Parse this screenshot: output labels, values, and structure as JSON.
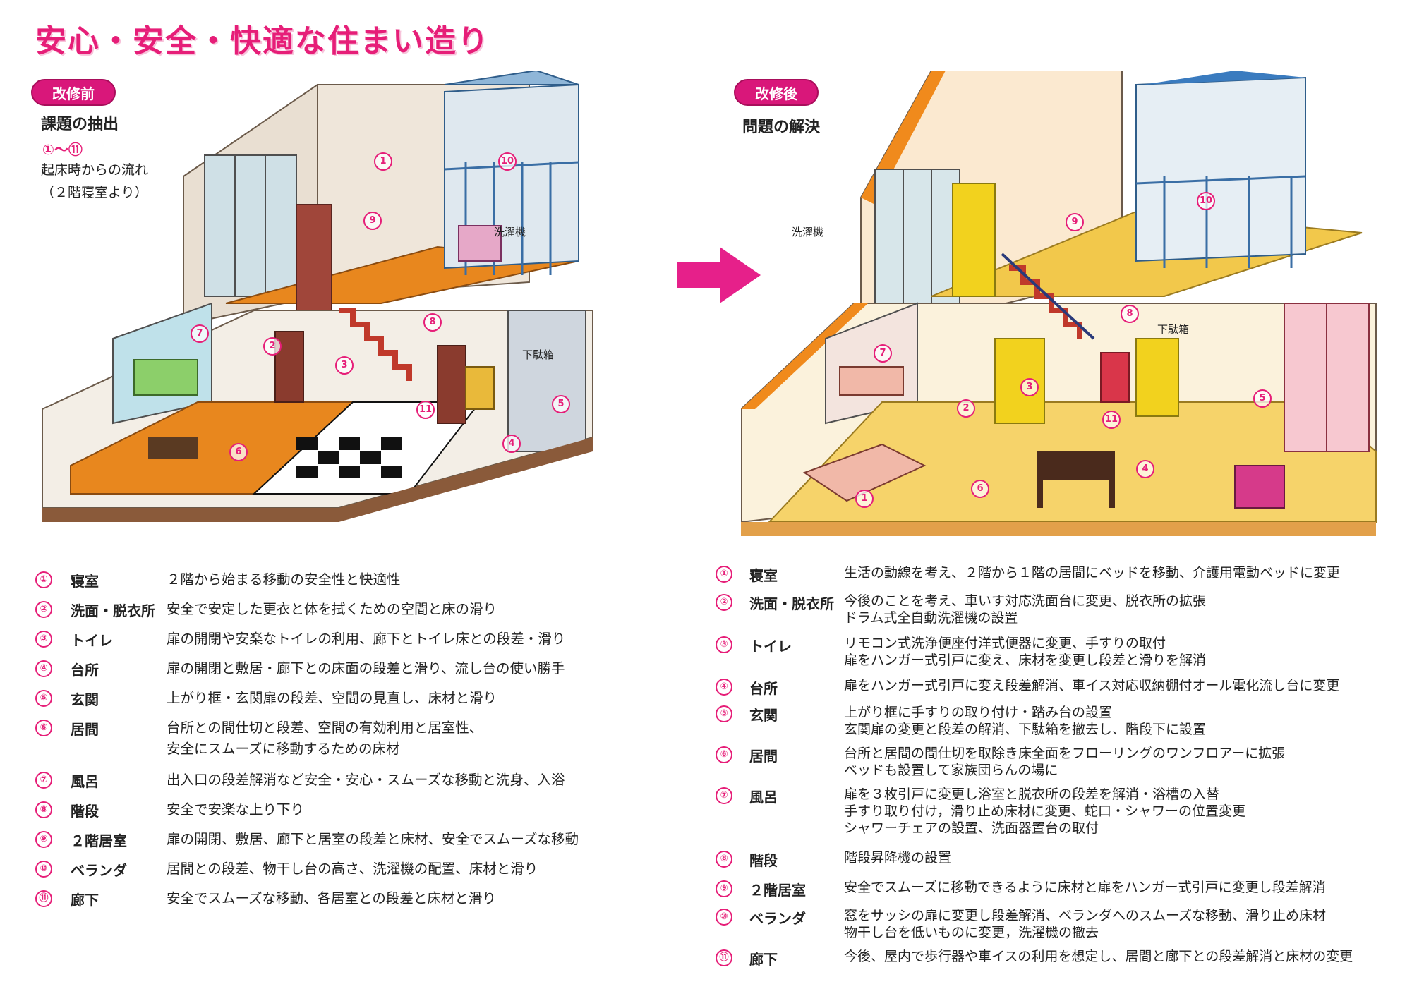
{
  "title": "安心・安全・快適な住まい造り",
  "before": {
    "badge": "改修前",
    "heading": "課題の抽出",
    "range": "①〜⑪",
    "note_line1": "起床時からの流れ",
    "note_line2": "（２階寝室より）",
    "callouts": {
      "washer": "洗濯機",
      "shoe_box": "下駄箱"
    },
    "items": [
      {
        "num": "①",
        "name": "寝室",
        "desc": [
          "２階から始まる移動の安全性と快適性"
        ]
      },
      {
        "num": "②",
        "name": "洗面・脱衣所",
        "desc": [
          "安全で安定した更衣と体を拭くための空間と床の滑り"
        ]
      },
      {
        "num": "③",
        "name": "トイレ",
        "desc": [
          "扉の開閉や安楽なトイレの利用、廊下とトイレ床との段差・滑り"
        ]
      },
      {
        "num": "④",
        "name": "台所",
        "desc": [
          "扉の開閉と敷居・廊下との床面の段差と滑り、流し台の使い勝手"
        ]
      },
      {
        "num": "⑤",
        "name": "玄関",
        "desc": [
          "上がり框・玄関扉の段差、空間の見直し、床材と滑り"
        ]
      },
      {
        "num": "⑥",
        "name": "居間",
        "desc": [
          "台所との間仕切と段差、空間の有効利用と居室性、",
          "安全にスムーズに移動するための床材"
        ]
      },
      {
        "num": "⑦",
        "name": "風呂",
        "desc": [
          "出入口の段差解消など安全・安心・スムーズな移動と洗身、入浴"
        ]
      },
      {
        "num": "⑧",
        "name": "階段",
        "desc": [
          "安全で安楽な上り下り"
        ]
      },
      {
        "num": "⑨",
        "name": "２階居室",
        "desc": [
          "扉の開閉、敷居、廊下と居室の段差と床材、安全でスムーズな移動"
        ]
      },
      {
        "num": "⑩",
        "name": "ベランダ",
        "desc": [
          "居間との段差、物干し台の高さ、洗濯機の配置、床材と滑り"
        ]
      },
      {
        "num": "⑪",
        "name": "廊下",
        "desc": [
          "安全でスムーズな移動、各居室との段差と床材と滑り"
        ]
      }
    ]
  },
  "after": {
    "badge": "改修後",
    "heading": "問題の解決",
    "callouts": {
      "washer": "洗濯機",
      "shoe_box": "下駄箱"
    },
    "items": [
      {
        "num": "①",
        "name": "寝室",
        "desc": [
          "生活の動線を考え、２階から１階の居間にベッドを移動、介護用電動ベッドに変更"
        ]
      },
      {
        "num": "②",
        "name": "洗面・脱衣所",
        "desc": [
          "今後のことを考え、車いす対応洗面台に変更、脱衣所の拡張",
          "ドラム式全自動洗濯機の設置"
        ]
      },
      {
        "num": "③",
        "name": "トイレ",
        "desc": [
          "リモコン式洗浄便座付洋式便器に変更、手すりの取付",
          "扉をハンガー式引戸に変え、床材を変更し段差と滑りを解消"
        ]
      },
      {
        "num": "④",
        "name": "台所",
        "desc": [
          "扉をハンガー式引戸に変え段差解消、車イス対応収納棚付オール電化流し台に変更"
        ]
      },
      {
        "num": "⑤",
        "name": "玄関",
        "desc": [
          "上がり框に手すりの取り付け・踏み台の設置",
          "玄関扉の変更と段差の解消、下駄箱を撤去し、階段下に設置"
        ]
      },
      {
        "num": "⑥",
        "name": "居間",
        "desc": [
          "台所と居間の間仕切を取除き床全面をフローリングのワンフロアーに拡張",
          "ベッドも設置して家族団らんの場に"
        ]
      },
      {
        "num": "⑦",
        "name": "風呂",
        "desc": [
          "扉を３枚引戸に変更し浴室と脱衣所の段差を解消・浴槽の入替",
          "手すり取り付け，滑り止め床材に変更、蛇口・シャワーの位置変更",
          "シャワーチェアの設置、洗面器置台の取付"
        ]
      },
      {
        "num": "⑧",
        "name": "階段",
        "desc": [
          "階段昇降機の設置"
        ]
      },
      {
        "num": "⑨",
        "name": "２階居室",
        "desc": [
          "安全でスムーズに移動できるように床材と扉をハンガー式引戸に変更し段差解消"
        ]
      },
      {
        "num": "⑩",
        "name": "ベランダ",
        "desc": [
          "窓をサッシの扉に変更し段差解消、ベランダへのスムーズな移動、滑り止め床材",
          "物干し台を低いものに変更，洗濯機の撤去"
        ]
      },
      {
        "num": "⑪",
        "name": "廊下",
        "desc": [
          "今後、屋内で歩行器や車イスの利用を想定し、居間と廊下との段差解消と床材の変更"
        ]
      }
    ]
  },
  "colors": {
    "accent": "#e61e78",
    "badge": "#d9177a",
    "wood_before": "#e8871e",
    "wood_after": "#f2c84b"
  }
}
